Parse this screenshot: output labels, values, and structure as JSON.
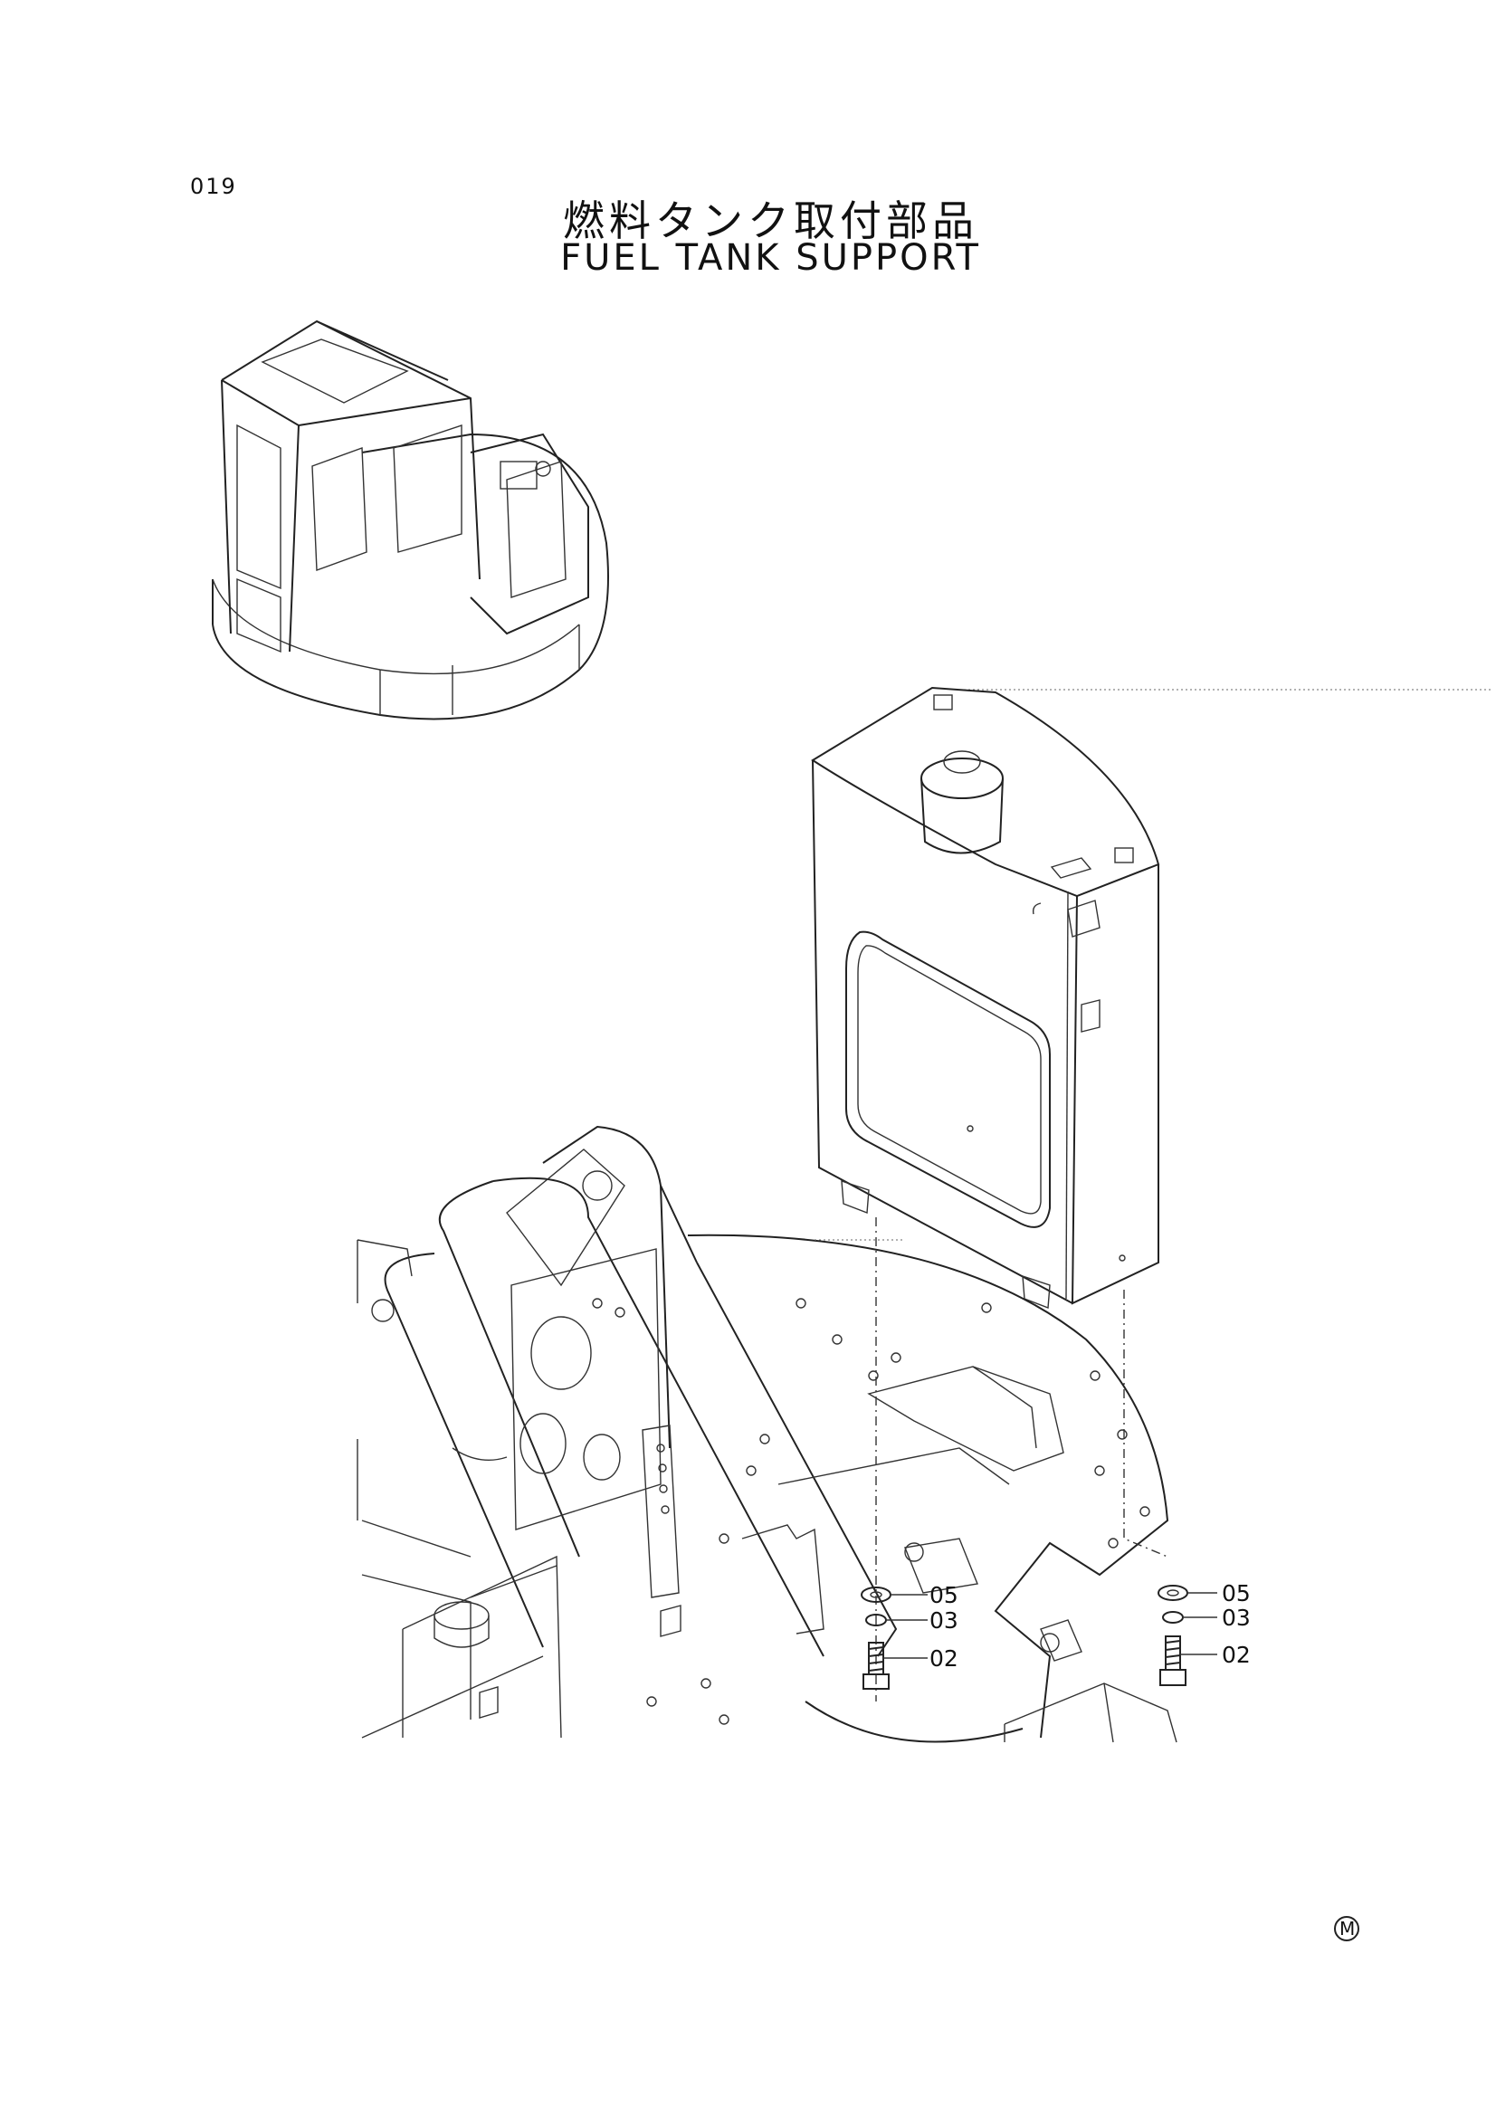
{
  "page": {
    "number": "019",
    "title_jp": "燃料タンク取付部品",
    "title_en": "FUEL TANK SUPPORT"
  },
  "callouts": {
    "left_washer": "05",
    "left_spring_washer": "03",
    "left_bolt": "02",
    "right_washer": "05",
    "right_spring_washer": "03",
    "right_bolt": "02"
  },
  "corner_mark": "M"
}
